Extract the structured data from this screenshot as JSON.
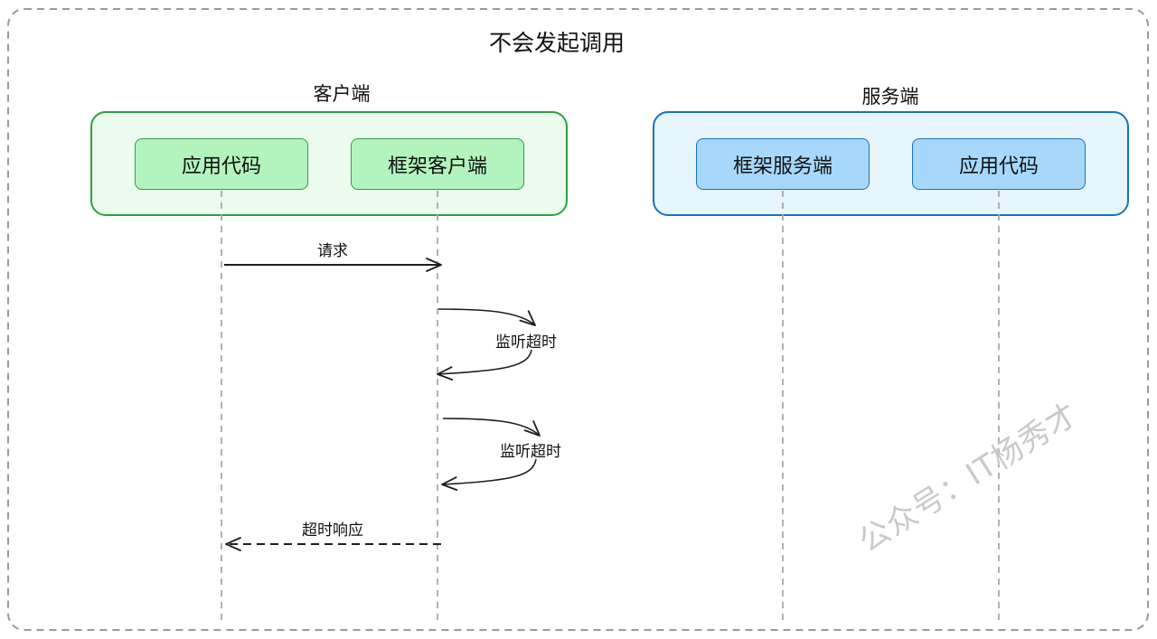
{
  "title": "不会发起调用",
  "client_group": {
    "label": "客户端"
  },
  "server_group": {
    "label": "服务端"
  },
  "participants": {
    "client_app": "应用代码",
    "client_framework": "框架客户端",
    "server_framework": "框架服务端",
    "server_app": "应用代码"
  },
  "messages": {
    "request": "请求",
    "listen_timeout_1": "监听超时",
    "listen_timeout_2": "监听超时",
    "timeout_response": "超时响应"
  },
  "watermark": "公众号：IT杨秀才",
  "colors": {
    "client_group_fill": "#ebfbee",
    "client_group_stroke": "#2f9e44",
    "client_node_fill": "#b3f3bd",
    "server_group_fill": "#e7f5ff",
    "server_group_stroke": "#1971c2",
    "server_node_fill": "#a7d8fb",
    "lifeline": "#a9a9a9",
    "frame": "#9a9a9a",
    "arrow": "#1e1e1e"
  }
}
